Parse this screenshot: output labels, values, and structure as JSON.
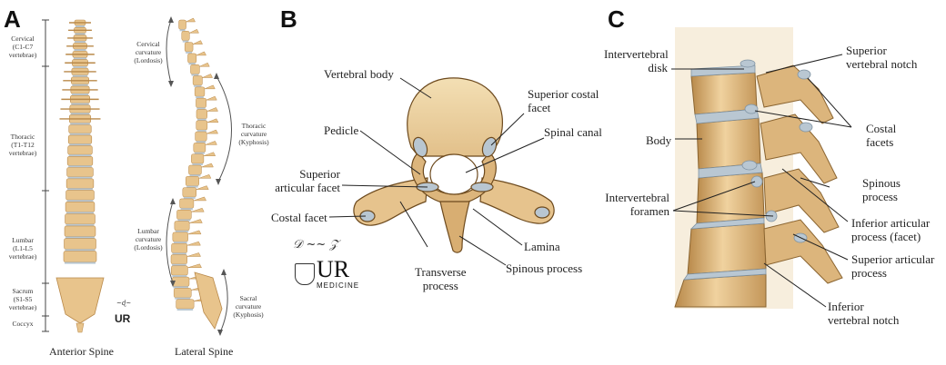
{
  "panels": {
    "a": "A",
    "b": "B",
    "c": "C"
  },
  "panel_a": {
    "regions": [
      {
        "name": "Cervical",
        "range": "(C1-C7",
        "word": "vertebrae)"
      },
      {
        "name": "Thoracic",
        "range": "(T1-T12",
        "word": "vertebrae)"
      },
      {
        "name": "Lumbar",
        "range": "(L1-L5",
        "word": "vertebrae)"
      },
      {
        "name": "Sacrum",
        "range": "(S1-S5",
        "word": "vertebrae)"
      },
      {
        "name": "Coccyx"
      }
    ],
    "curvatures": [
      {
        "name": "Cervical",
        "line2": "curvature",
        "type": "(Lordosis)"
      },
      {
        "name": "Thoracic",
        "line2": "curvature",
        "type": "(Kyphosis)"
      },
      {
        "name": "Lumbar",
        "line2": "curvature",
        "type": "(Lordosis)"
      },
      {
        "name": "Sacral",
        "line2": "curvature",
        "type": "(Kyphosis)"
      }
    ],
    "captions": {
      "anterior": "Anterior Spine",
      "lateral": "Lateral Spine"
    }
  },
  "panel_b": {
    "labels": {
      "vertebral_body": "Vertebral body",
      "superior_costal_facet_1": "Superior costal",
      "superior_costal_facet_2": "facet",
      "pedicle": "Pedicle",
      "spinal_canal": "Spinal canal",
      "superior_articular_facet_1": "Superior",
      "superior_articular_facet_2": "articular facet",
      "costal_facet": "Costal facet",
      "lamina": "Lamina",
      "spinous_process": "Spinous process",
      "transverse_process_1": "Transverse",
      "transverse_process_2": "process"
    },
    "logo": {
      "big": "UR",
      "small": "MEDICINE"
    }
  },
  "panel_c": {
    "labels": {
      "intervertebral_disk_1": "Intervertebral",
      "intervertebral_disk_2": "disk",
      "superior_vertebral_notch_1": "Superior",
      "superior_vertebral_notch_2": "vertebral notch",
      "costal_facets_1": "Costal",
      "costal_facets_2": "facets",
      "body": "Body",
      "spinous_process_1": "Spinous",
      "spinous_process_2": "process",
      "intervertebral_foramen_1": "Intervertebral",
      "intervertebral_foramen_2": "foramen",
      "inferior_articular_1": "Inferior articular",
      "inferior_articular_2": "process (facet)",
      "superior_articular_1": "Superior articular",
      "superior_articular_2": "process",
      "inferior_notch_1": "Inferior",
      "inferior_notch_2": "vertebral notch"
    }
  },
  "colors": {
    "bone": "#e8c48c",
    "bone_dark": "#b9894a",
    "disk": "#b9c7d2",
    "line": "#333333"
  }
}
